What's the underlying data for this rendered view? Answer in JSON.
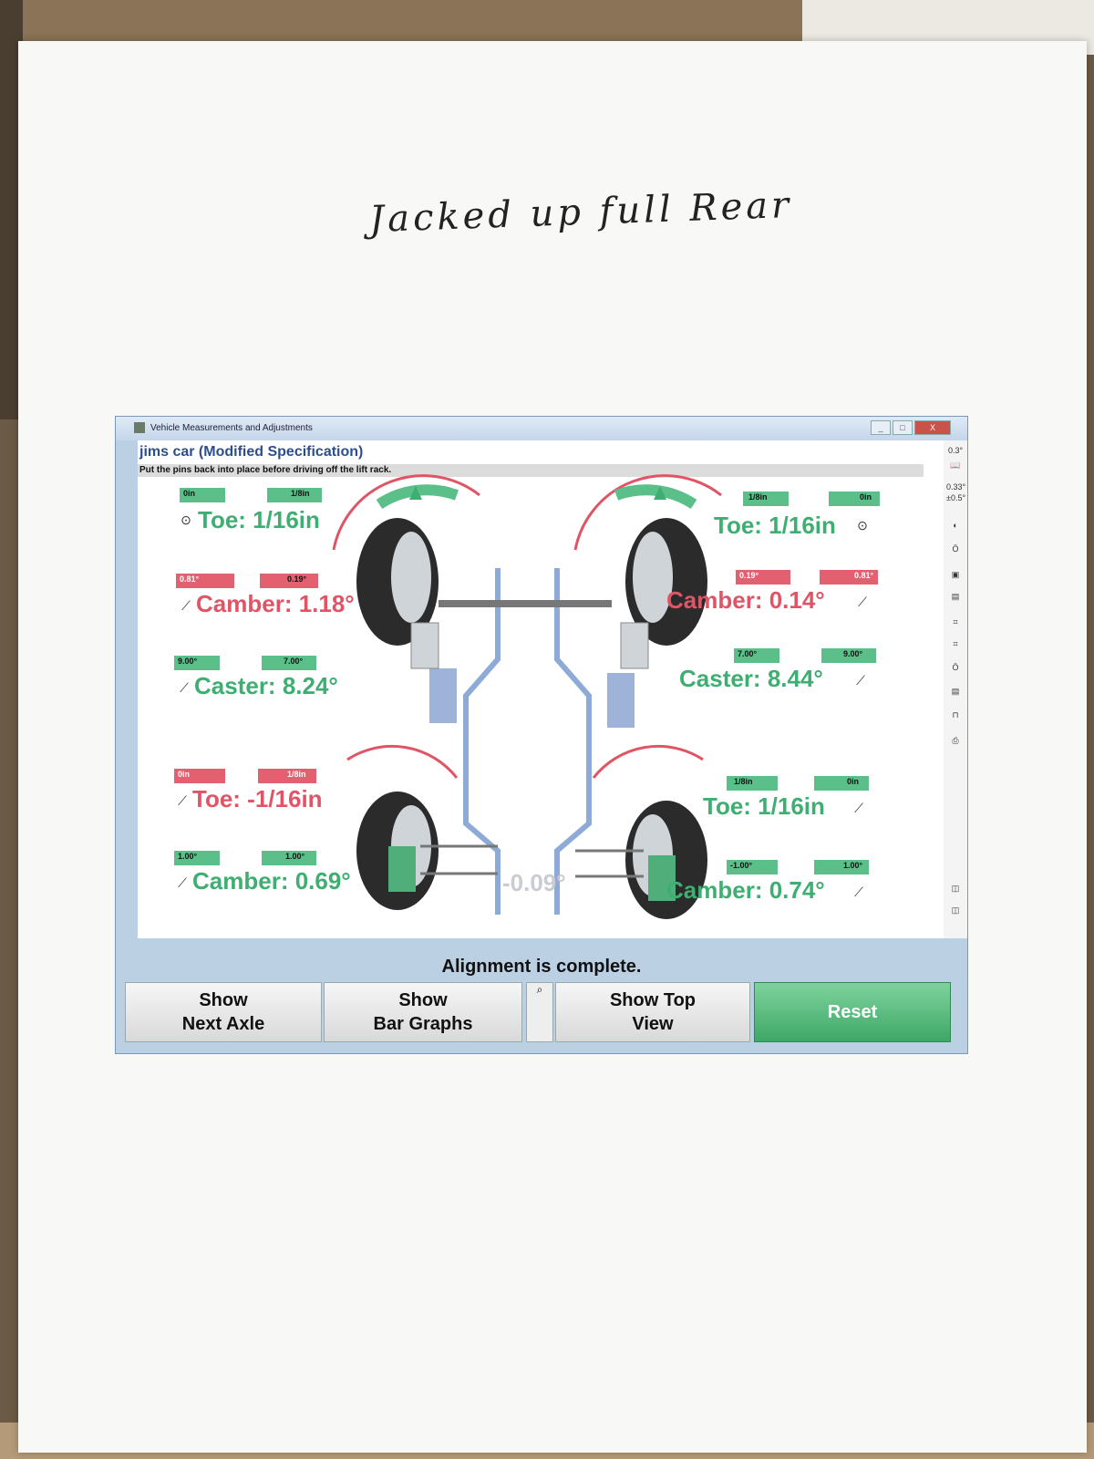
{
  "note": "Jacked up full Rear",
  "window": {
    "title": "Vehicle Measurements and Adjustments",
    "buttons": [
      "_",
      "□",
      "X"
    ]
  },
  "vehicle_title": "jims car (Modified Specification)",
  "instruction": "Put the pins back into place before driving off the lift rack.",
  "toolbar": {
    "spec_top": "0.3°",
    "spec_a": "0.33°",
    "spec_b": "±0.5°"
  },
  "front_left": {
    "toe": {
      "min": "0in",
      "max": "1/8in",
      "text": "Toe: 1/16in"
    },
    "camber": {
      "min": "0.81°",
      "max": "0.19°",
      "text": "Camber: 1.18°"
    },
    "caster": {
      "min": "9.00°",
      "max": "7.00°",
      "text": "Caster: 8.24°"
    }
  },
  "front_right": {
    "toe": {
      "min": "1/8in",
      "max": "0in",
      "text": "Toe: 1/16in"
    },
    "camber": {
      "min": "0.19°",
      "max": "0.81°",
      "text": "Camber: 0.14°"
    },
    "caster": {
      "min": "7.00°",
      "max": "9.00°",
      "text": "Caster: 8.44°"
    }
  },
  "rear_left": {
    "toe": {
      "min": "0in",
      "max": "1/8in",
      "text": "Toe: -1/16in"
    },
    "camber": {
      "min": "1.00°",
      "max": "1.00°",
      "text": "Camber: 0.69°"
    }
  },
  "rear_right": {
    "toe": {
      "min": "1/8in",
      "max": "0in",
      "text": "Toe: 1/16in"
    },
    "camber": {
      "min": "-1.00°",
      "max": "1.00°",
      "text": "Camber: 0.74°"
    }
  },
  "thrust": "-0.09°",
  "status": "Alignment is complete.",
  "buttons": {
    "next_axle_1": "Show",
    "next_axle_2": "Next Axle",
    "bar_graphs_1": "Show",
    "bar_graphs_2": "Bar Graphs",
    "top_view_1": "Show Top",
    "top_view_2": "View",
    "reset": "Reset"
  }
}
